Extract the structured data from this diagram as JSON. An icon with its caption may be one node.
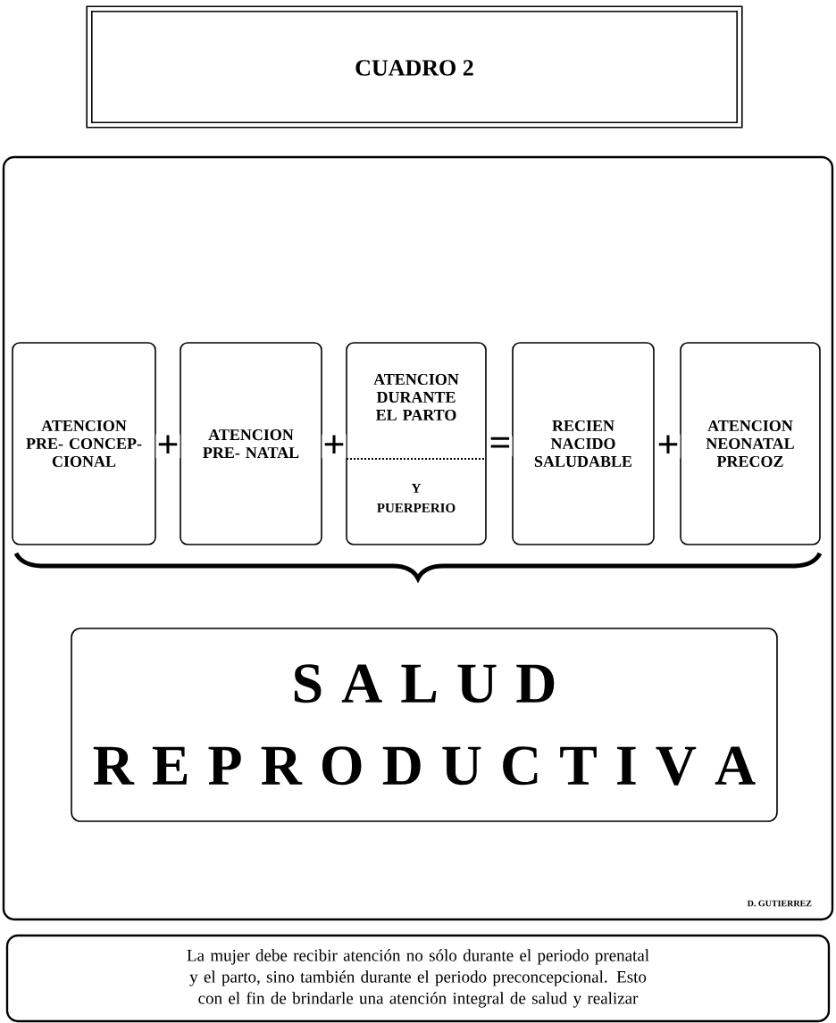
{
  "diagram": {
    "title": "CUADRO 2",
    "nodes": [
      {
        "text": [],
        "shape": "box"
      },
      {
        "text": [
          "ATENCION PRE- CONCEP- CIONAL"
        ],
        "in": 0
      },
      {
        "text": [
          "ATENCION PRE- NATAL"
        ],
        "in": 0
      },
      {
        "text": [
          "ATENCION DURANTE EL PARTO",
          "Y PUERPERIO"
        ],
        "in": 0
      },
      {
        "text": [
          "RECIEN NACIDO SALUDABLE"
        ],
        "in": 0
      },
      {
        "text": [
          "ATENCION NEONATAL PRECOZ"
        ],
        "in": 0
      },
      {
        "text": [
          "S A L U D R E P R O D U C T I V A"
        ],
        "in": 0
      },
      {
        "text": [
          "La mujer debe recibir atención no sólo durante el periodo prenatal y el parto, sino también durante el periodo preconcepcional. Esto con el fin de brindarle una atención integral de salud y realizar"
        ]
      }
    ],
    "edges": [],
    "labels": [
      "+",
      "+",
      "=",
      "+",
      "D. GUTIERREZ"
    ]
  }
}
